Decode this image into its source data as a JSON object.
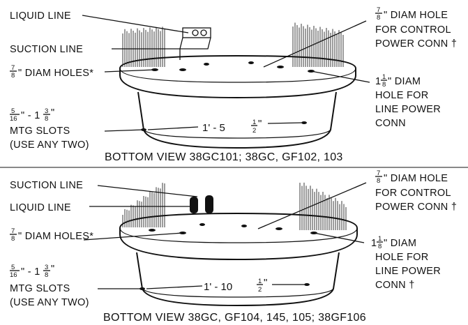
{
  "views": [
    {
      "labels": {
        "top_left_1": "LIQUID LINE",
        "top_left_2": "SUCTION LINE",
        "holes_num": "7",
        "holes_den": "8",
        "holes_tail": "\" DIAM HOLES*",
        "slots_a_num": "5",
        "slots_a_den": "16",
        "slots_mid": "\" - 1",
        "slots_b_num": "3",
        "slots_b_den": "8",
        "slots_tail": "\"",
        "slots_line2": "MTG SLOTS",
        "slots_line3": "(USE ANY TWO)",
        "ctrl_num": "7",
        "ctrl_den": "8",
        "ctrl_line1": "\" DIAM HOLE",
        "ctrl_line2": "FOR CONTROL",
        "ctrl_line3": "POWER CONN  †",
        "lp_int": "1",
        "lp_num": "1",
        "lp_den": "8",
        "lp_line1": "\" DIAM",
        "lp_line2": "HOLE FOR",
        "lp_line3": "LINE POWER",
        "lp_line4": "CONN",
        "dim_main": "1' - 5",
        "dim_num": "1",
        "dim_den": "2",
        "dim_tail": "\""
      },
      "caption": "BOTTOM VIEW 38GC101;  38GC, GF102, 103"
    },
    {
      "labels": {
        "top_left_1": "SUCTION LINE",
        "top_left_2": "LIQUID LINE",
        "holes_num": "7",
        "holes_den": "8",
        "holes_tail": "\" DIAM HOLES*",
        "slots_a_num": "5",
        "slots_a_den": "16",
        "slots_mid": "\" - 1",
        "slots_b_num": "3",
        "slots_b_den": "8",
        "slots_tail": "\"",
        "slots_line2": "MTG SLOTS",
        "slots_line3": "(USE ANY TWO)",
        "ctrl_num": "7",
        "ctrl_den": "8",
        "ctrl_line1": "\" DIAM HOLE",
        "ctrl_line2": "FOR CONTROL",
        "ctrl_line3": "POWER CONN  †",
        "lp_int": "1",
        "lp_num": "1",
        "lp_den": "8",
        "lp_line1": "\" DIAM",
        "lp_line2": "HOLE FOR",
        "lp_line3": "LINE POWER",
        "lp_line4": "CONN  †",
        "dim_main": "1' - 10",
        "dim_num": "1",
        "dim_den": "2",
        "dim_tail": "\""
      },
      "caption": "BOTTOM VIEW 38GC, GF104, 145, 105;  38GF106"
    }
  ]
}
